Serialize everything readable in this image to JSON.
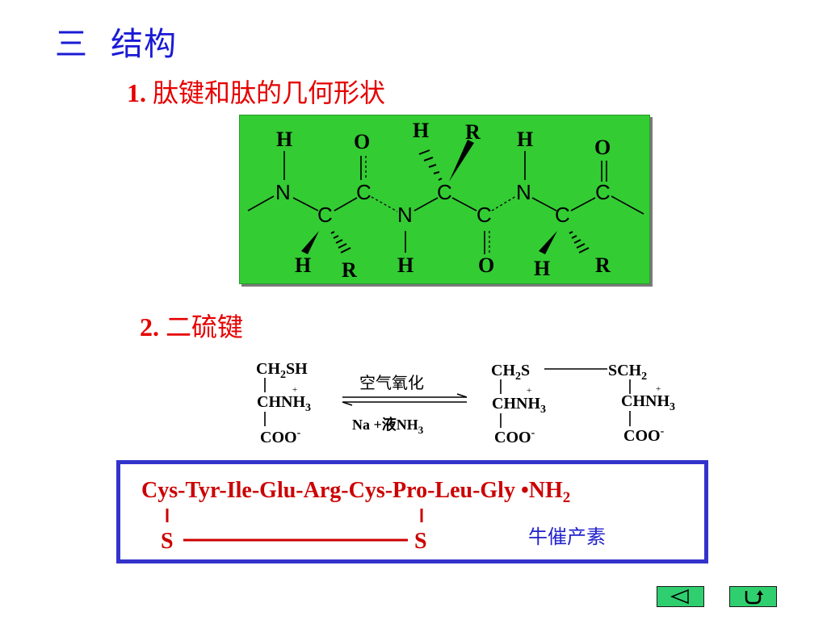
{
  "title": {
    "number": "三",
    "text": "结构"
  },
  "section1": {
    "number": "1.",
    "text": "肽键和肽的几何形状"
  },
  "section2": {
    "number": "2.",
    "text": "二硫键"
  },
  "peptide": {
    "atom_H": "H",
    "atom_O": "O",
    "atom_N": "N",
    "atom_C": "C",
    "atom_R": "R"
  },
  "disulfide": {
    "left": {
      "top": "CH",
      "top_sub": "2",
      "top_end": "SH",
      "mid": "CHNH",
      "mid_sub": "3",
      "plus": "+",
      "bottom": "COO",
      "bottom_sup": "-"
    },
    "right_a": {
      "top": "CH",
      "top_sub": "2",
      "top_end": "S",
      "mid": "CHNH",
      "mid_sub": "3",
      "plus": "+",
      "bottom": "COO",
      "bottom_sup": "-"
    },
    "right_b": {
      "top": "SCH",
      "top_sub": "2",
      "mid": "CHNH",
      "mid_sub": "3",
      "plus": "+",
      "bottom": "COO",
      "bottom_sup": "-"
    },
    "condition_top": "空气氧化",
    "condition_bottom_a": "Na +液NH",
    "condition_bottom_sub": "3"
  },
  "oxytocin": {
    "sequence": "Cys-Tyr-Ile-Glu-Arg-Cys-Pro-Leu-Gly •NH",
    "sequence_sub": "2",
    "s_left": "S",
    "s_right": "S",
    "name": "牛催产素"
  },
  "nav": {
    "prev_icon": "triangle-left-icon",
    "return_icon": "u-turn-arrow-icon",
    "color": "#2fcf6f"
  },
  "colors": {
    "title": "#1a1ad6",
    "heading": "#e60000",
    "panel": "#33cc33",
    "box_border": "#3333cc",
    "sequence": "#cc0000"
  }
}
